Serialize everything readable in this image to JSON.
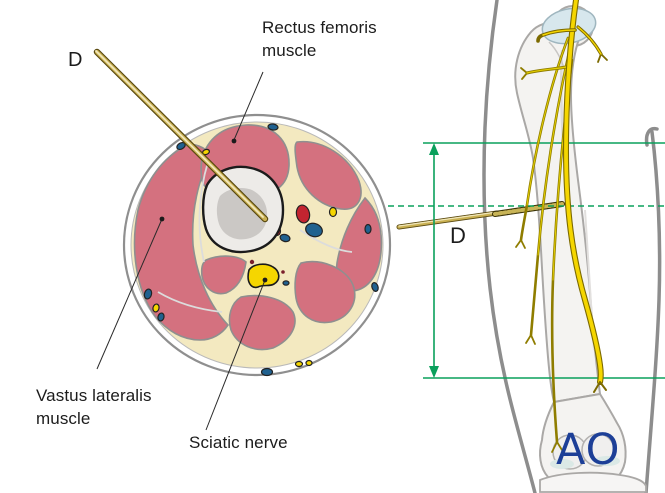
{
  "cross_section": {
    "pin_label": "D",
    "labels": {
      "rectus_femoris": "Rectus femoris muscle",
      "vastus_lateralis": "Vastus lateralis muscle",
      "sciatic_nerve": "Sciatic nerve"
    }
  },
  "femur_view": {
    "pin_label": "D",
    "logo": "AO"
  },
  "colors": {
    "muscle_pink": "#d4717f",
    "fat_cream": "#f3e9c0",
    "bone_gray": "#edebe8",
    "bone_inner_gray": "#cbc8c5",
    "nerve_yellow": "#f5d600",
    "artery_red": "#c32430",
    "vein_blue": "#20618f",
    "measure_green": "#0aa05c",
    "logo_blue": "#1d3f97",
    "pin_gold": "#c9b052",
    "femur_fill": "#f4f3f1",
    "silhouette_gray": "#8d8d8d"
  }
}
